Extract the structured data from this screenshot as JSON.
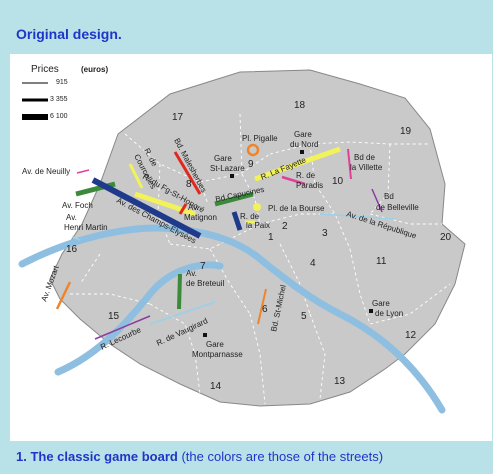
{
  "page": {
    "title": "Original design.",
    "caption_bold": "1. The classic game board",
    "caption_rest": " (the colors are those of the streets)"
  },
  "legend": {
    "title": "Prices",
    "unit": "(euros)",
    "values": [
      "915",
      "3 355",
      "6 100"
    ]
  },
  "arrondissements": [
    "1",
    "2",
    "3",
    "4",
    "5",
    "6",
    "7",
    "8",
    "9",
    "10",
    "11",
    "12",
    "13",
    "14",
    "15",
    "16",
    "17",
    "18",
    "19",
    "20"
  ],
  "labels": {
    "neuilly": "Av. de Neuilly",
    "foch": "Av. Foch",
    "champs": "Av. des Champs-Elysées",
    "henri_martin_1": "Av.",
    "henri_martin_2": "Henri Martin",
    "mozart": "Av. Mozart",
    "courcelles_1": "R. de",
    "courcelles_2": "Courcelles",
    "malesherbes": "Bd. Malesherbes",
    "fg_st_honore": "R. du Fg-St-Honoré",
    "matignon_1": "Av.",
    "matignon_2": "Matignon",
    "pigalle": "Pl. Pigalle",
    "gare_nord_1": "Gare",
    "gare_nord_2": "du Nord",
    "gare_st_lazare_1": "Gare",
    "gare_st_lazare_2": "St-Lazare",
    "la_fayette": "R. La Fayette",
    "paradis_1": "R. de",
    "paradis_2": "Paradis",
    "capucines": "Bd.Capucines",
    "bourse": "Pl. de la Bourse",
    "paix_1": "R. de",
    "paix_2": "la Paix",
    "villette_1": "Bd de",
    "villette_2": "la Villette",
    "belleville_1": "Bd",
    "belleville_2": "de Belleville",
    "republique": "Av. de la République",
    "breteuil_1": "Av.",
    "breteuil_2": "de Breteuil",
    "st_michel": "Bd. St-Michel",
    "lecourbe": "R. Lecourbe",
    "vaugirard": "R. de Vaugirard",
    "gare_montparnasse_1": "Gare",
    "gare_montparnasse_2": "Montparnasse",
    "gare_lyon_1": "Gare",
    "gare_lyon_2": "de Lyon"
  },
  "colors": {
    "title": "#1e35c8",
    "background": "#b9e2e8",
    "city": "#c9c9c9",
    "seine": "#8fbfe0",
    "dark_blue": "#1f3a8a",
    "green": "#3a8a3a",
    "red": "#e0281c",
    "yellow": "#f2f25a",
    "magenta": "#e0409a",
    "orange": "#f0842c",
    "purple": "#8c3ca0",
    "light_blue": "#9ad0e8"
  }
}
